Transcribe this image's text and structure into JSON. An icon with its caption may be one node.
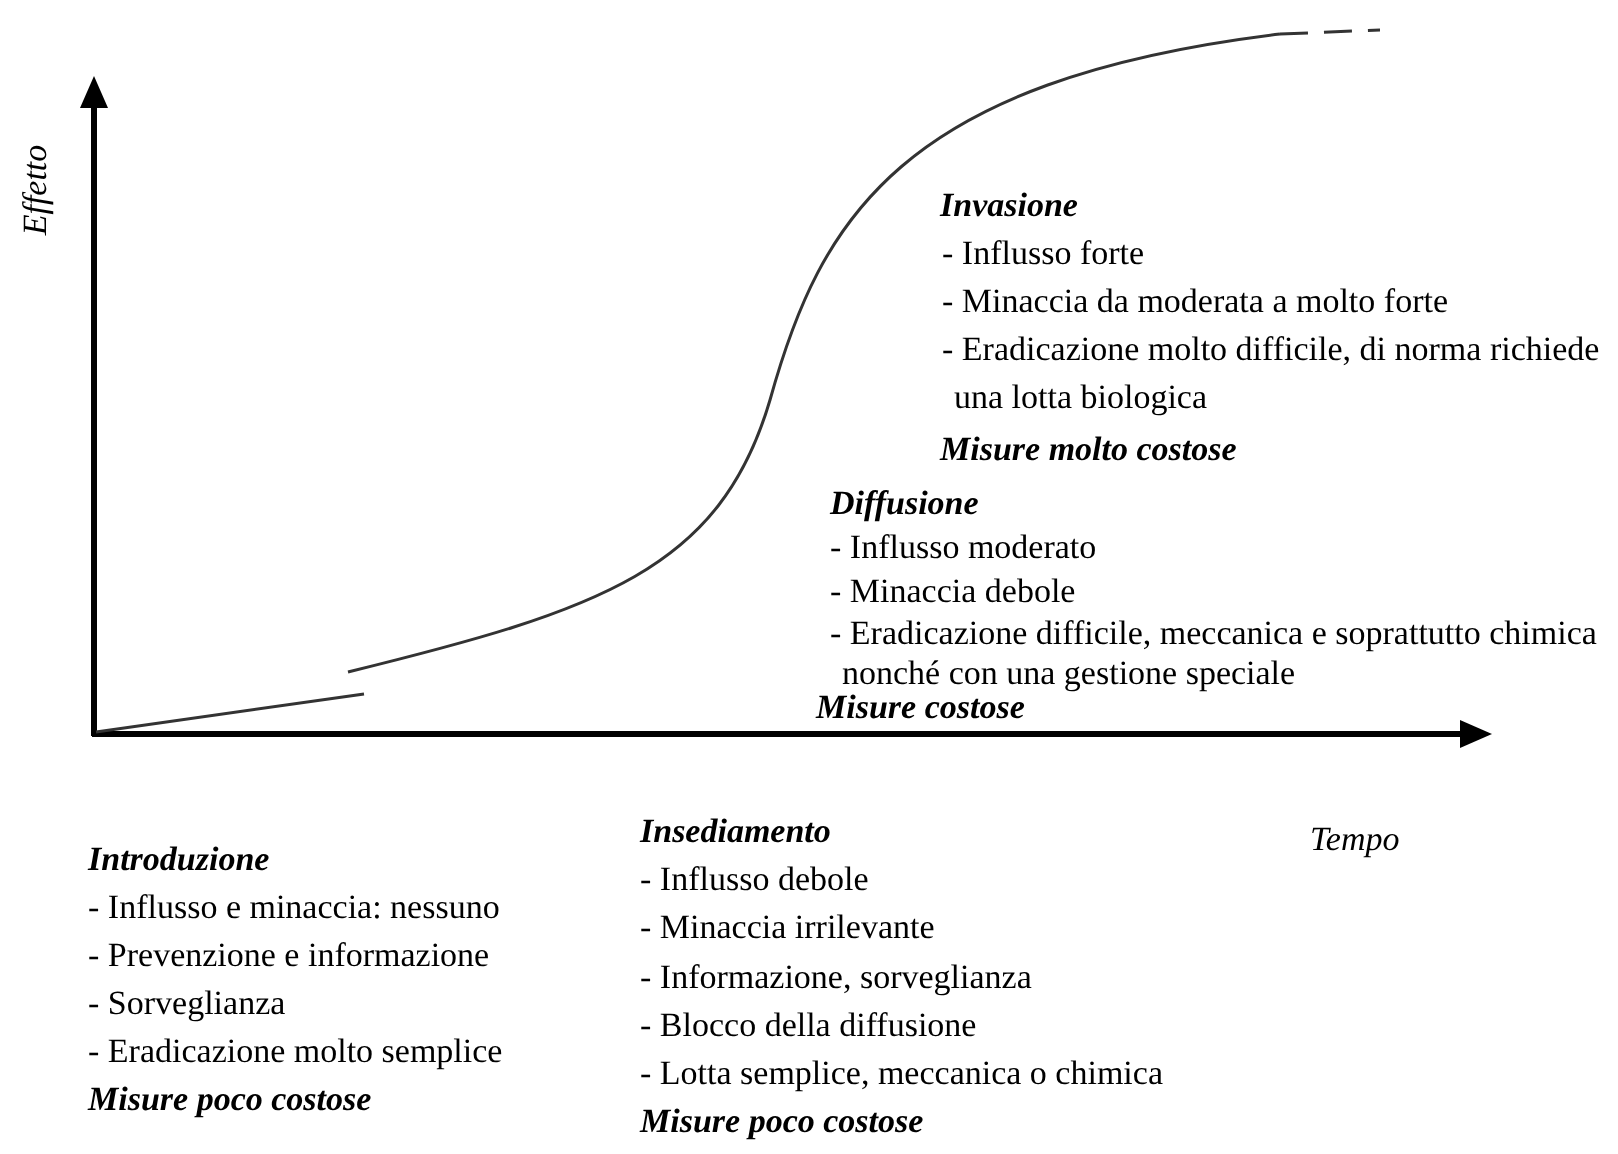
{
  "diagram": {
    "labels": [
      "Effetto",
      "Invasione",
      "- Influsso forte",
      "- Minaccia da moderata a molto forte",
      "- Eradicazione molto difficile, di norma richiede una lotta biologica",
      "Misure molto costose",
      "Diffusione",
      "- Influsso moderato",
      "- Minaccia debole",
      "- Eradicazione difficile, meccanica e soprattutto chimica nonché con una gestione speciale",
      "Misure costose",
      "Tempo",
      "Introduzione",
      "- Influsso e minaccia: nessuno",
      "- Prevenzione e informazione",
      "- Sorveglianza",
      "- Eradicazione molto semplice",
      "Misure poco costose",
      "Insediamento",
      "- Influsso debole",
      "- Minaccia irrilevante",
      "- Informazione, sorveglianza",
      "- Blocco della diffusione",
      "- Lotta semplice, meccanica o chimica",
      "Misure poco costose"
    ]
  }
}
